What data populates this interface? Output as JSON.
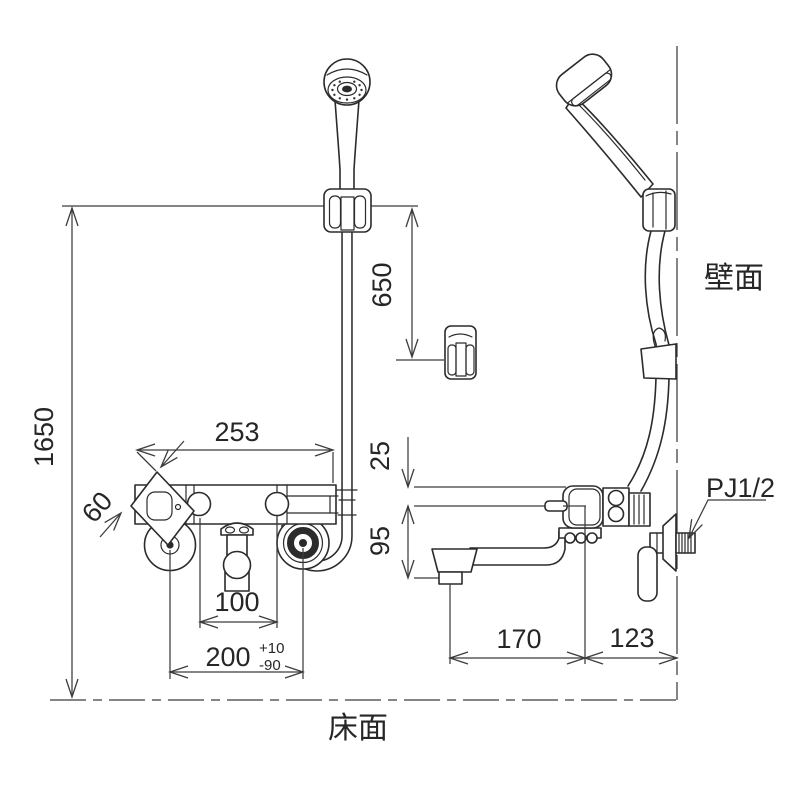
{
  "labels": {
    "wall_surface": "壁面",
    "floor_surface": "床面"
  },
  "dimensions": {
    "floor_height": "1650",
    "hanger_drop": "650",
    "body_width": "253",
    "handle_diagonal": "60",
    "inlet_pitch": "100",
    "supply_pitch": "200",
    "supply_tol_plus": "+10",
    "supply_tol_minus": "-90",
    "handle_above_center": "25",
    "spout_below_center": "95",
    "spout_reach": "170",
    "wall_clearance": "123",
    "thread_spec": "PJ1/2"
  }
}
